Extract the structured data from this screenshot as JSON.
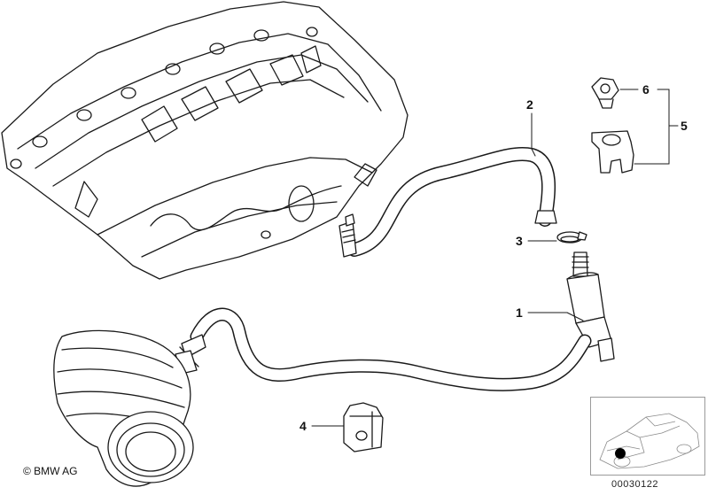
{
  "callouts": {
    "c1": "1",
    "c2": "2",
    "c3": "3",
    "c4": "4",
    "c5": "5",
    "c6": "6"
  },
  "footer": {
    "copyright": "© BMW AG",
    "diagram_id": "00030122"
  },
  "colors": {
    "line": "#1a1a1a",
    "fill": "#ffffff",
    "locator_border": "#9a9a9a"
  }
}
